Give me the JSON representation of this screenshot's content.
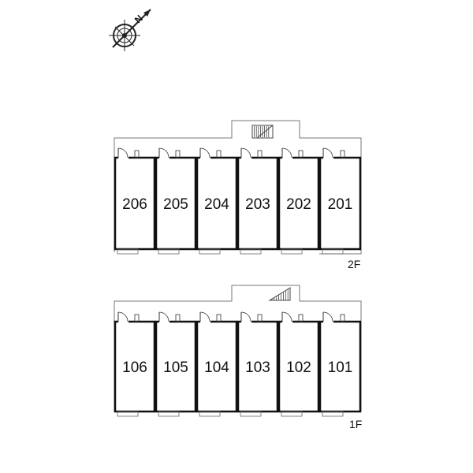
{
  "compass": {
    "label": "N",
    "icon": "north-arrow-icon"
  },
  "floors": [
    {
      "id": "2F",
      "label": "2F",
      "stair": "upper",
      "units": [
        "206",
        "205",
        "204",
        "203",
        "202",
        "201"
      ]
    },
    {
      "id": "1F",
      "label": "1F",
      "stair": "lower",
      "units": [
        "106",
        "105",
        "104",
        "103",
        "102",
        "101"
      ]
    }
  ],
  "colors": {
    "wall": "#111111",
    "outline": "#777777",
    "background": "#ffffff"
  }
}
